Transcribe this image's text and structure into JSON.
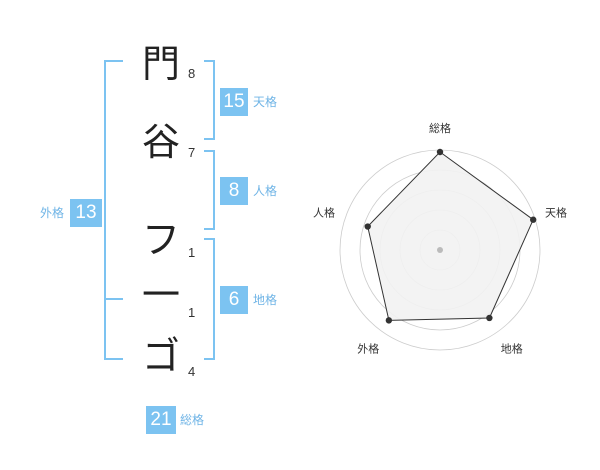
{
  "characters": [
    {
      "char": "門",
      "strokes": "8"
    },
    {
      "char": "谷",
      "strokes": "7"
    },
    {
      "char": "フ",
      "strokes": "1"
    },
    {
      "char": "一",
      "strokes": "1"
    },
    {
      "char": "ゴ",
      "strokes": "4"
    }
  ],
  "fortunes": {
    "tenkaku": {
      "value": "15",
      "label": "天格"
    },
    "jinkaku": {
      "value": "8",
      "label": "人格"
    },
    "chikaku": {
      "value": "6",
      "label": "地格"
    },
    "gaikaku": {
      "value": "13",
      "label": "外格"
    },
    "soukaku": {
      "value": "21",
      "label": "総格"
    }
  },
  "radar": {
    "axes": [
      "総格",
      "天格",
      "地格",
      "外格",
      "人格"
    ],
    "levels": [
      0.98,
      0.98,
      0.84,
      0.87,
      0.76
    ],
    "fill_color": "#f2f2f2",
    "grid_color": "#cccccc",
    "line_color": "#333333",
    "center_color": "#bbbbbb"
  }
}
